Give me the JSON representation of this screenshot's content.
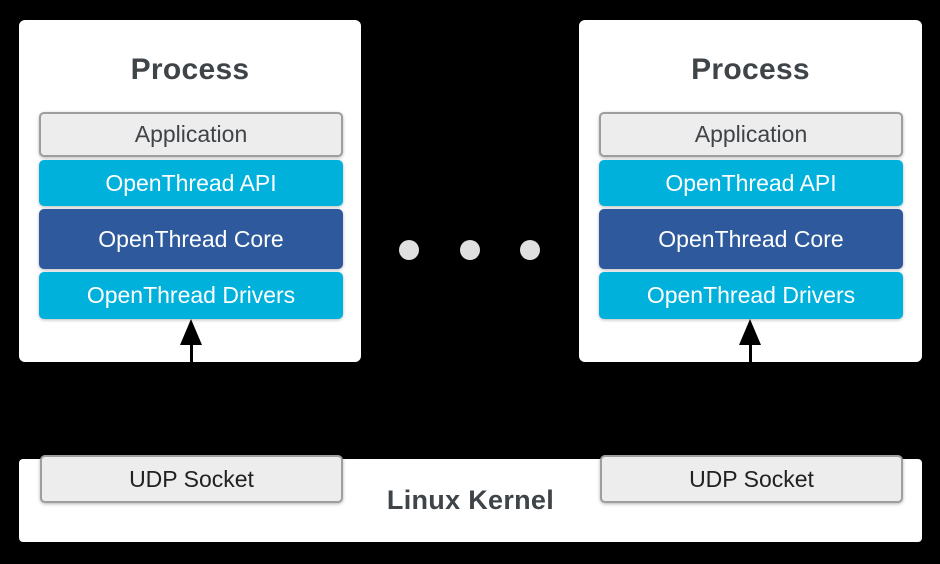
{
  "colors": {
    "background": "#000000",
    "card": "#ffffff",
    "cyan": "#00b1dc",
    "core_blue": "#2e5a9d",
    "gray_fill": "#ededed",
    "gray_border": "#9e9e9e",
    "title_text": "#3f4449",
    "layer_text_light": "#ffffff",
    "socket_text": "#212121",
    "dot": "#e0e0e0",
    "arrow": "#000000"
  },
  "processes": [
    {
      "title": "Process",
      "layers": [
        {
          "label": "Application",
          "style": "gray"
        },
        {
          "label": "OpenThread API",
          "style": "cyan"
        },
        {
          "label": "OpenThread Core",
          "style": "blue"
        },
        {
          "label": "OpenThread Drivers",
          "style": "cyan"
        }
      ]
    },
    {
      "title": "Process",
      "layers": [
        {
          "label": "Application",
          "style": "gray"
        },
        {
          "label": "OpenThread API",
          "style": "cyan"
        },
        {
          "label": "OpenThread Core",
          "style": "blue"
        },
        {
          "label": "OpenThread Drivers",
          "style": "cyan"
        }
      ]
    }
  ],
  "separator": {
    "type": "ellipsis-dots",
    "count": 3
  },
  "kernel": {
    "label": "Linux Kernel",
    "sockets": [
      {
        "label": "UDP Socket"
      },
      {
        "label": "UDP Socket"
      }
    ]
  }
}
